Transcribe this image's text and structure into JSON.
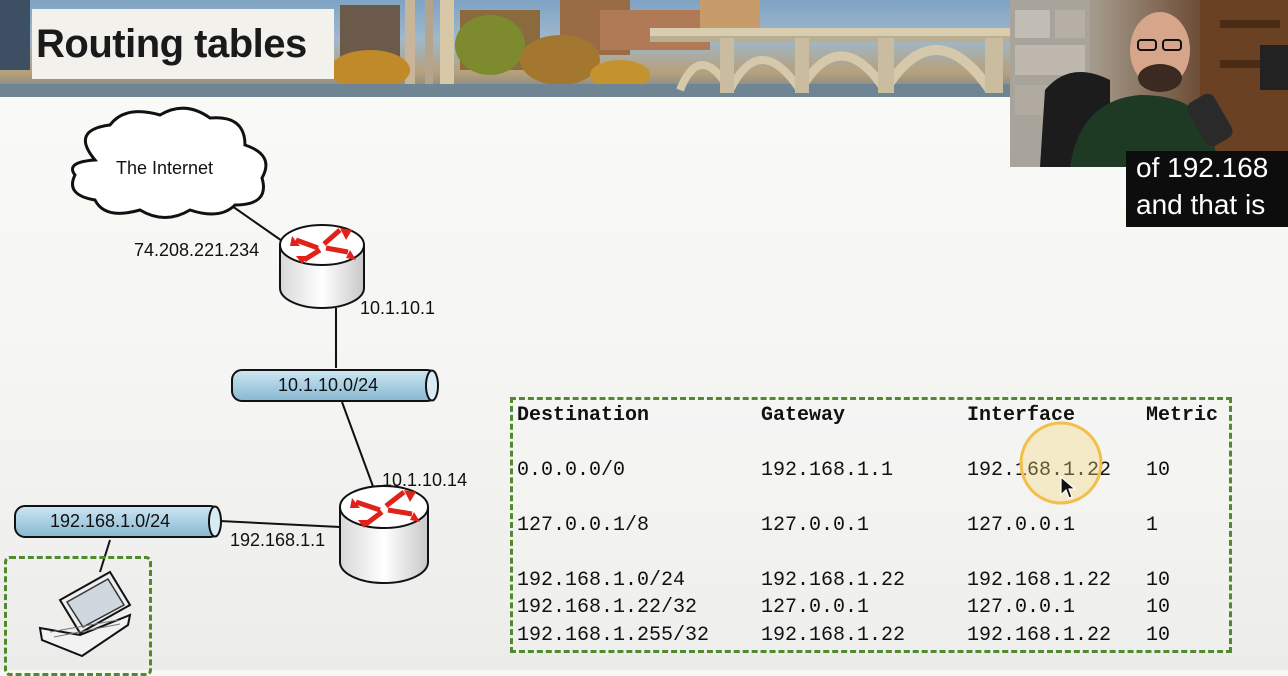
{
  "slide": {
    "title": "Routing tables"
  },
  "captions": {
    "line1": "of 192.168",
    "line2": "and that is"
  },
  "diagram": {
    "cloud_label": "The Internet",
    "router1_wan_ip": "74.208.221.234",
    "router1_lan_ip": "10.1.10.1",
    "segment1": "10.1.10.0/24",
    "router2_wan_ip": "10.1.10.14",
    "router2_lan_ip": "192.168.1.1",
    "segment2": "192.168.1.0/24"
  },
  "routing_table": {
    "headers": [
      "Destination",
      "Gateway",
      "Interface",
      "Metric"
    ],
    "rows": [
      [
        "0.0.0.0/0",
        "192.168.1.1",
        "192.168.1.22",
        "10"
      ],
      [
        "127.0.0.1/8",
        "127.0.0.1",
        "127.0.0.1",
        "1"
      ],
      [
        "192.168.1.0/24",
        "192.168.1.22",
        "192.168.1.22",
        "10"
      ],
      [
        "192.168.1.22/32",
        "127.0.0.1",
        "127.0.0.1",
        "10"
      ],
      [
        "192.168.1.255/32",
        "192.168.1.22",
        "192.168.1.22",
        "10"
      ]
    ]
  },
  "colors": {
    "dashed_border": "#4f8a2c",
    "pipe_fill": "#a9cfe3",
    "router_arrow": "#e0231a",
    "cursor_highlight": "#f2c04a"
  }
}
